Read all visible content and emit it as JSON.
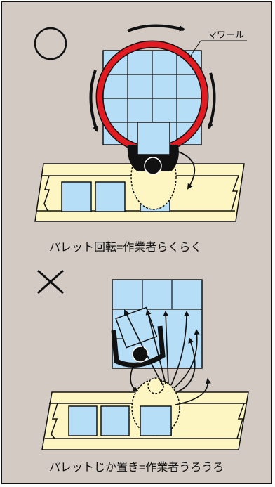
{
  "top_panel": {
    "mark": "○",
    "callout_label": "マワール",
    "caption": "パレット回転=作業者らくらく"
  },
  "bottom_panel": {
    "mark": "×",
    "caption": "パレットじか置き=作業者うろうろ"
  },
  "colors": {
    "background": "#d2cac3",
    "box_fill": "#b7def7",
    "ring": "#e11b22",
    "conveyor": "#fdf6c3",
    "outline": "#111111"
  }
}
